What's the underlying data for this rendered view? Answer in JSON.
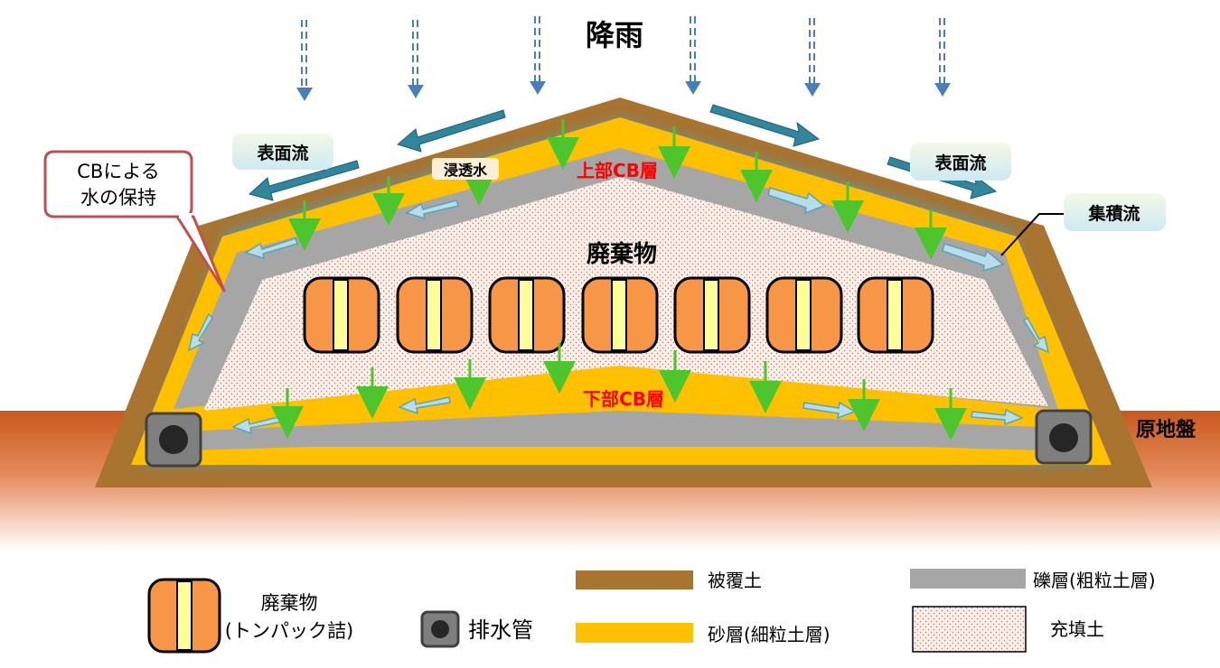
{
  "title": "降雨",
  "labels": {
    "surface_flow_left": "表面流",
    "surface_flow_right": "表面流",
    "infiltration": "浸透水",
    "upper_cb": "上部CB層",
    "lower_cb": "下部CB層",
    "waste": "廃棄物",
    "collected_flow": "集積流",
    "original_ground": "原地盤",
    "cb_callout_line1": "CBによる",
    "cb_callout_line2": "水の保持"
  },
  "legend": {
    "waste_line1": "廃棄物",
    "waste_line2": "(トンパック詰)",
    "drain_pipe": "排水管",
    "cover_soil": "被覆土",
    "sand_layer": "砂層(細粒土層)",
    "gravel_layer": "礫層(粗粒土層)",
    "fill_soil": "充填土"
  },
  "colors": {
    "cover_soil": "#A8742F",
    "sand_layer": "#FFC000",
    "gravel_layer": "#A6A6A6",
    "fill_soil": "#F7EBE4",
    "waste_orange": "#F79646",
    "waste_stripe": "#FFFF99",
    "surface_flow_arrow": "#31859C",
    "infiltration_arrow": "#4CC62C",
    "collected_flow_arrow": "#B7DEE8",
    "rain_arrow": "#4A7EBB",
    "cb_label_red": "#FF0000",
    "callout_border": "#C0504D",
    "drain_pipe": "#7F7F7F"
  },
  "icons": [
    "rain-arrow-icon",
    "surface-flow-arrow-icon",
    "infiltration-arrow-icon",
    "collected-flow-arrow-icon",
    "drain-pipe-icon",
    "waste-bag-icon"
  ]
}
